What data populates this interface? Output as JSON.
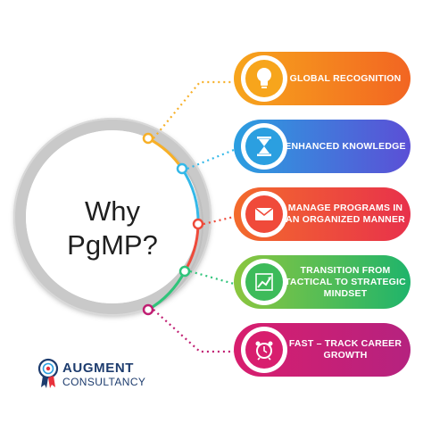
{
  "center": {
    "line1": "Why",
    "line2": "PgMP?"
  },
  "items": [
    {
      "label": "GLOBAL RECOGNITION",
      "icon": "lightbulb-icon",
      "color": "#f26522",
      "color_light": "#f7a51c",
      "dot_color": "#f7b028"
    },
    {
      "label": "ENHANCED KNOWLEDGE",
      "icon": "hourglass-icon",
      "color": "#4a62d8",
      "color_light": "#2b9fe0",
      "dot_color": "#34b8e8"
    },
    {
      "label": "MANAGE PROGRAMS IN AN ORGANIZED MANNER",
      "icon": "envelope-icon",
      "color": "#e8314b",
      "color_light": "#f36b2c",
      "dot_color": "#ee4a3a"
    },
    {
      "label": "TRANSITION FROM TACTICAL TO STRATEGIC MINDSET",
      "icon": "growth-chart-icon",
      "color": "#1fb46b",
      "color_light": "#8cc63f",
      "dot_color": "#2fc47a"
    },
    {
      "label": "FAST – TRACK CAREER GROWTH",
      "icon": "alarm-clock-icon",
      "color": "#d81e6e",
      "color_light": "#b5227f",
      "dot_color": "#c01e72"
    }
  ],
  "logo": {
    "name": "AUGMENT",
    "sub": "CONSULTANCY",
    "icon": "award-ribbon-icon",
    "color": "#1d3c6e",
    "accent": "#e8313b"
  }
}
